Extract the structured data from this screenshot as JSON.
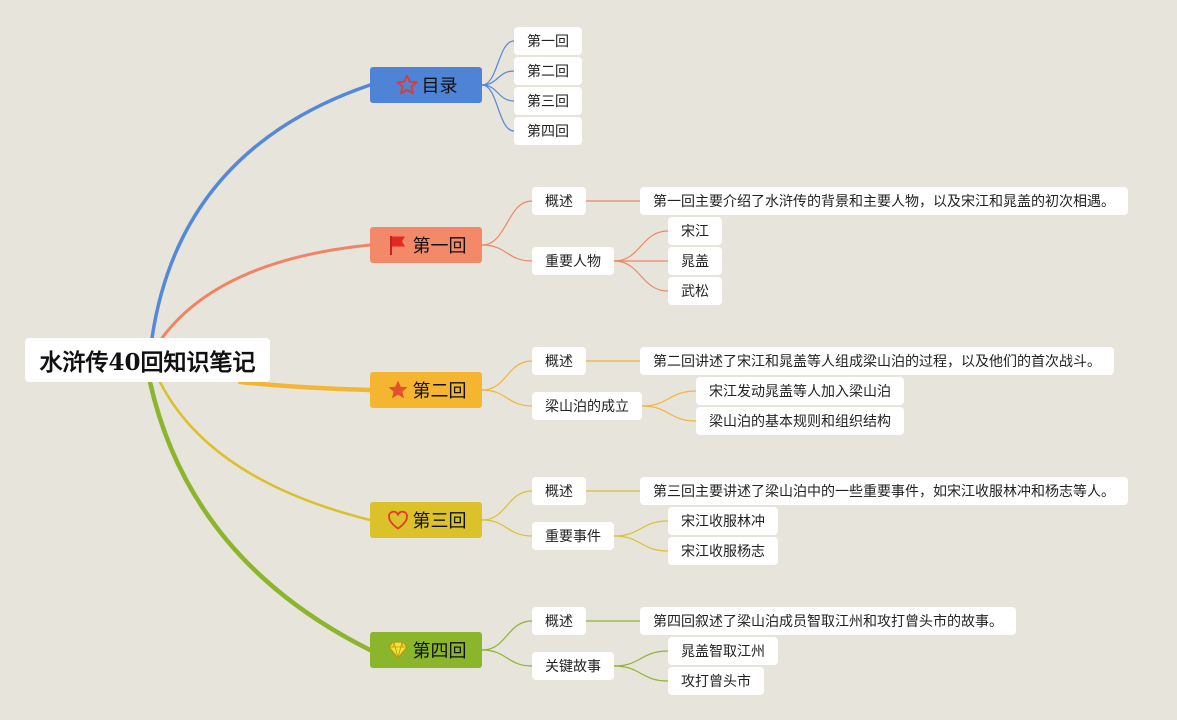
{
  "root": {
    "label": "水浒传40回知识笔记"
  },
  "branches": [
    {
      "label": "目录",
      "color": "#5588d6",
      "icon": "star-outline-icon",
      "children": [
        {
          "label": "第一回"
        },
        {
          "label": "第二回"
        },
        {
          "label": "第三回"
        },
        {
          "label": "第四回"
        }
      ]
    },
    {
      "label": "第一回",
      "color": "#f08565",
      "icon": "flag-icon",
      "children": [
        {
          "label": "概述",
          "children": [
            {
              "label": "第一回主要介绍了水浒传的背景和主要人物，以及宋江和晁盖的初次相遇。"
            }
          ]
        },
        {
          "label": "重要人物",
          "children": [
            {
              "label": "宋江"
            },
            {
              "label": "晁盖"
            },
            {
              "label": "武松"
            }
          ]
        }
      ]
    },
    {
      "label": "第二回",
      "color": "#f3b534",
      "icon": "star-filled-icon",
      "children": [
        {
          "label": "概述",
          "children": [
            {
              "label": "第二回讲述了宋江和晁盖等人组成梁山泊的过程，以及他们的首次战斗。"
            }
          ]
        },
        {
          "label": "梁山泊的成立",
          "children": [
            {
              "label": "宋江发动晁盖等人加入梁山泊"
            },
            {
              "label": "梁山泊的基本规则和组织结构"
            }
          ]
        }
      ]
    },
    {
      "label": "第三回",
      "color": "#d9c12e",
      "icon": "heart-icon",
      "children": [
        {
          "label": "概述",
          "children": [
            {
              "label": "第三回主要讲述了梁山泊中的一些重要事件，如宋江收服林冲和杨志等人。"
            }
          ]
        },
        {
          "label": "重要事件",
          "children": [
            {
              "label": "宋江收服林冲"
            },
            {
              "label": "宋江收服杨志"
            }
          ]
        }
      ]
    },
    {
      "label": "第四回",
      "color": "#8cb42c",
      "icon": "diamond-icon",
      "children": [
        {
          "label": "概述",
          "children": [
            {
              "label": "第四回叙述了梁山泊成员智取江州和攻打曾头市的故事。"
            }
          ]
        },
        {
          "label": "关键故事",
          "children": [
            {
              "label": "晁盖智取江州"
            },
            {
              "label": "攻打曾头市"
            }
          ]
        }
      ]
    }
  ]
}
